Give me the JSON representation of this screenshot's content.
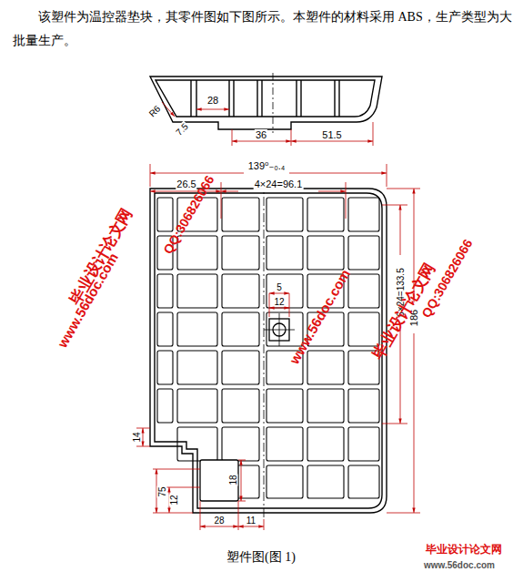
{
  "diagram": {
    "caption": "塑件图(图 1)",
    "labels": [
      "该塑件为温控器垫块，其零件图如下图所示。本塑件的材料采用 ABS，生产类型为大批量生产。",
      "28",
      "R6",
      "7.5",
      "36",
      "51.5",
      "139⁰₋₀.₄",
      "26.5",
      "4×24=96.1",
      "5",
      "12",
      "6×24=133.5",
      "186",
      "14",
      "18",
      "75",
      "12",
      "28",
      "11",
      "毕业设计论文网",
      "www.56doc.com",
      "QQ:306826066",
      "www.56doc.com",
      "QQ:306826066",
      "毕业设计论文网",
      "毕业设计论文网",
      "www.56doc.com"
    ]
  }
}
